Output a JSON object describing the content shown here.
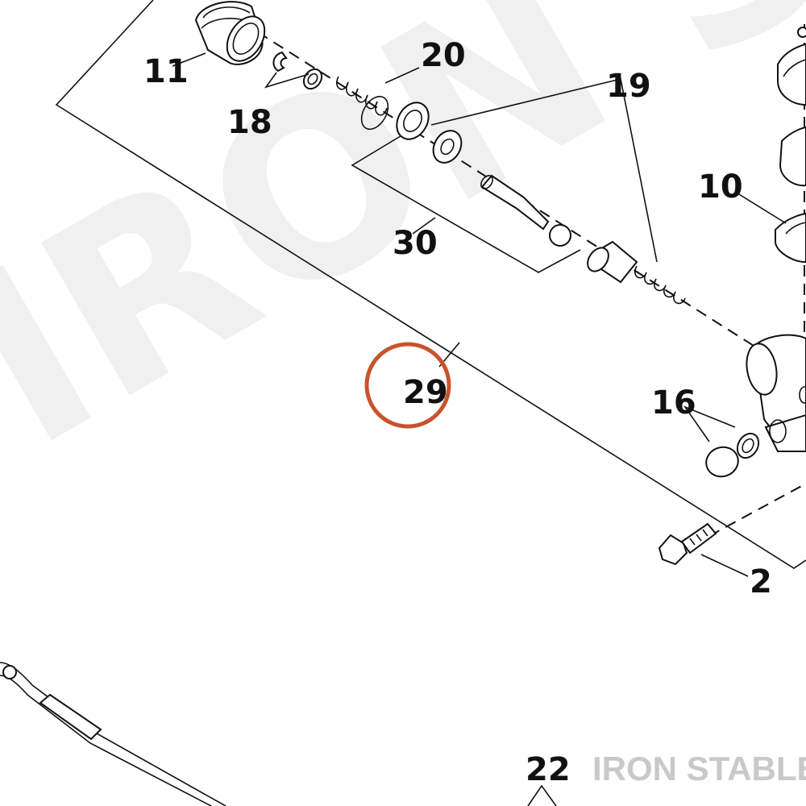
{
  "watermark": {
    "text": "IRON STABLE"
  },
  "brand": {
    "text": "IRON STABLE"
  },
  "callouts": [
    {
      "id": "11",
      "label": "11"
    },
    {
      "id": "20",
      "label": "20"
    },
    {
      "id": "19",
      "label": "19"
    },
    {
      "id": "18",
      "label": "18"
    },
    {
      "id": "10",
      "label": "10"
    },
    {
      "id": "30",
      "label": "30"
    },
    {
      "id": "29",
      "label": "29",
      "highlighted": true
    },
    {
      "id": "16",
      "label": "16"
    },
    {
      "id": "2",
      "label": "2"
    },
    {
      "id": "22",
      "label": "22"
    }
  ],
  "colors": {
    "highlight": "#c8532e",
    "line": "#111111",
    "watermark": "#f0f0f0",
    "brand": "#c9c9c9"
  }
}
